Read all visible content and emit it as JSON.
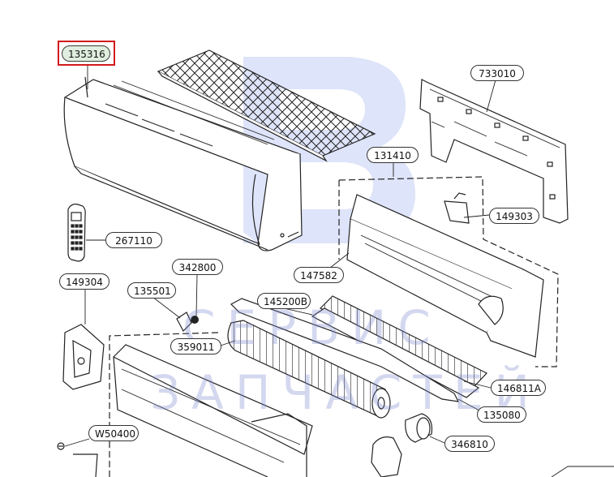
{
  "diagram": {
    "selected_part": "135316",
    "parts": [
      {
        "id": "p1",
        "label": "135316",
        "selected": true
      },
      {
        "id": "p2",
        "label": "733010",
        "selected": false
      },
      {
        "id": "p3",
        "label": "131410",
        "selected": false
      },
      {
        "id": "p4",
        "label": "149303",
        "selected": false
      },
      {
        "id": "p5",
        "label": "267110",
        "selected": false
      },
      {
        "id": "p6",
        "label": "342800",
        "selected": false
      },
      {
        "id": "p7",
        "label": "149304",
        "selected": false
      },
      {
        "id": "p8",
        "label": "135501",
        "selected": false
      },
      {
        "id": "p9",
        "label": "147582",
        "selected": false
      },
      {
        "id": "p10",
        "label": "145200B",
        "selected": false
      },
      {
        "id": "p11",
        "label": "359011",
        "selected": false
      },
      {
        "id": "p12",
        "label": "146811A",
        "selected": false
      },
      {
        "id": "p13",
        "label": "135080",
        "selected": false
      },
      {
        "id": "p14",
        "label": "W50400",
        "selected": false
      },
      {
        "id": "p15",
        "label": "346810",
        "selected": false
      }
    ],
    "watermark_lines": [
      "СЕРВИС",
      "ЗАПЧАСТЕЙ"
    ],
    "colors": {
      "line": "#222222",
      "selection": "#d11a1a",
      "selected_fill": "#dfeede",
      "watermark": "#7f8fd8"
    }
  }
}
